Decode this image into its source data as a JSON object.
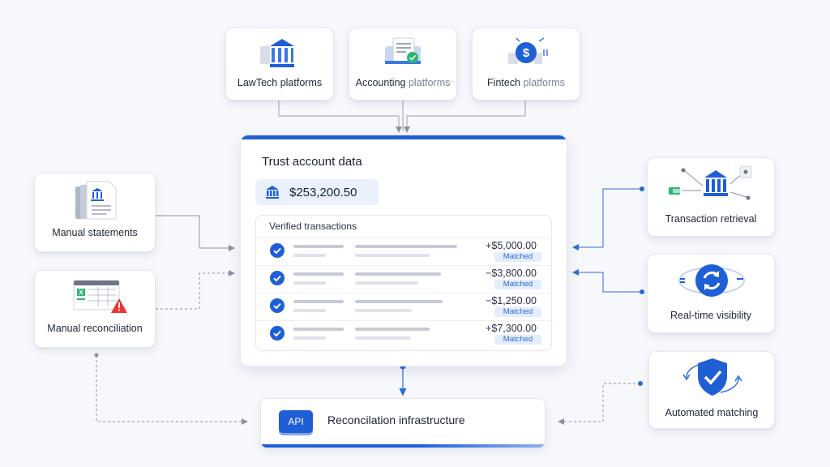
{
  "platforms": [
    {
      "label": "LawTech platforms",
      "icon": "bank-building-icon"
    },
    {
      "label": "Accounting",
      "label_suffix": "platforms",
      "icon": "accounting-ledger-check-icon"
    },
    {
      "label": "Fintech",
      "label_suffix": "platforms",
      "icon": "dollar-coin-icon"
    }
  ],
  "left_sources": [
    {
      "label": "Manual statements",
      "icon": "paper-statement-icon"
    },
    {
      "label": "Manual reconciliation",
      "icon": "spreadsheet-warning-icon"
    }
  ],
  "right_features": [
    {
      "label": "Transaction retrieval",
      "icon": "bank-network-icon"
    },
    {
      "label": "Real-time visibility",
      "icon": "sync-refresh-icon"
    },
    {
      "label": "Automated matching",
      "icon": "shield-check-icon"
    }
  ],
  "trust_panel": {
    "title": "Trust account data",
    "balance": "$253,200.50",
    "transactions_heading": "Verified transactions",
    "transactions": [
      {
        "amount": "+$5,000.00",
        "status": "Matched"
      },
      {
        "amount": "−$3,800.00",
        "status": "Matched"
      },
      {
        "amount": "−$1,250.00",
        "status": "Matched"
      },
      {
        "amount": "+$7,300.00",
        "status": "Matched"
      }
    ]
  },
  "infrastructure": {
    "badge": "API",
    "label": "Reconcilation infrastructure"
  },
  "colors": {
    "accent": "#1f5fd6",
    "badge_bg": "#e3edfc",
    "warning": "#e53935",
    "success": "#2bb673",
    "background": "#f7f8fc"
  }
}
